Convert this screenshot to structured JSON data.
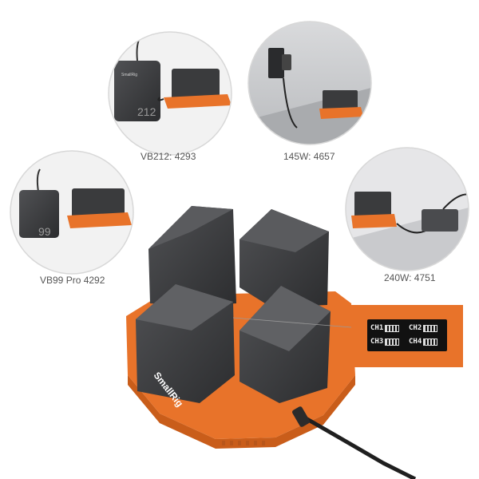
{
  "product": {
    "brand_text": "SmallRig"
  },
  "insets": [
    {
      "caption": "VB212: 4293",
      "device_label": "212",
      "device_brand": "SmallRig"
    },
    {
      "caption": "145W: 4657"
    },
    {
      "caption": "VB99 Pro 4292",
      "device_label": "99"
    },
    {
      "caption": "240W: 4751"
    }
  ],
  "display": {
    "channels": [
      "CH1",
      "CH2",
      "CH3",
      "CH4"
    ]
  },
  "colors": {
    "accent_orange": "#e8732a",
    "battery_dark": "#3a3b3d",
    "lcd_bg": "#111111"
  }
}
